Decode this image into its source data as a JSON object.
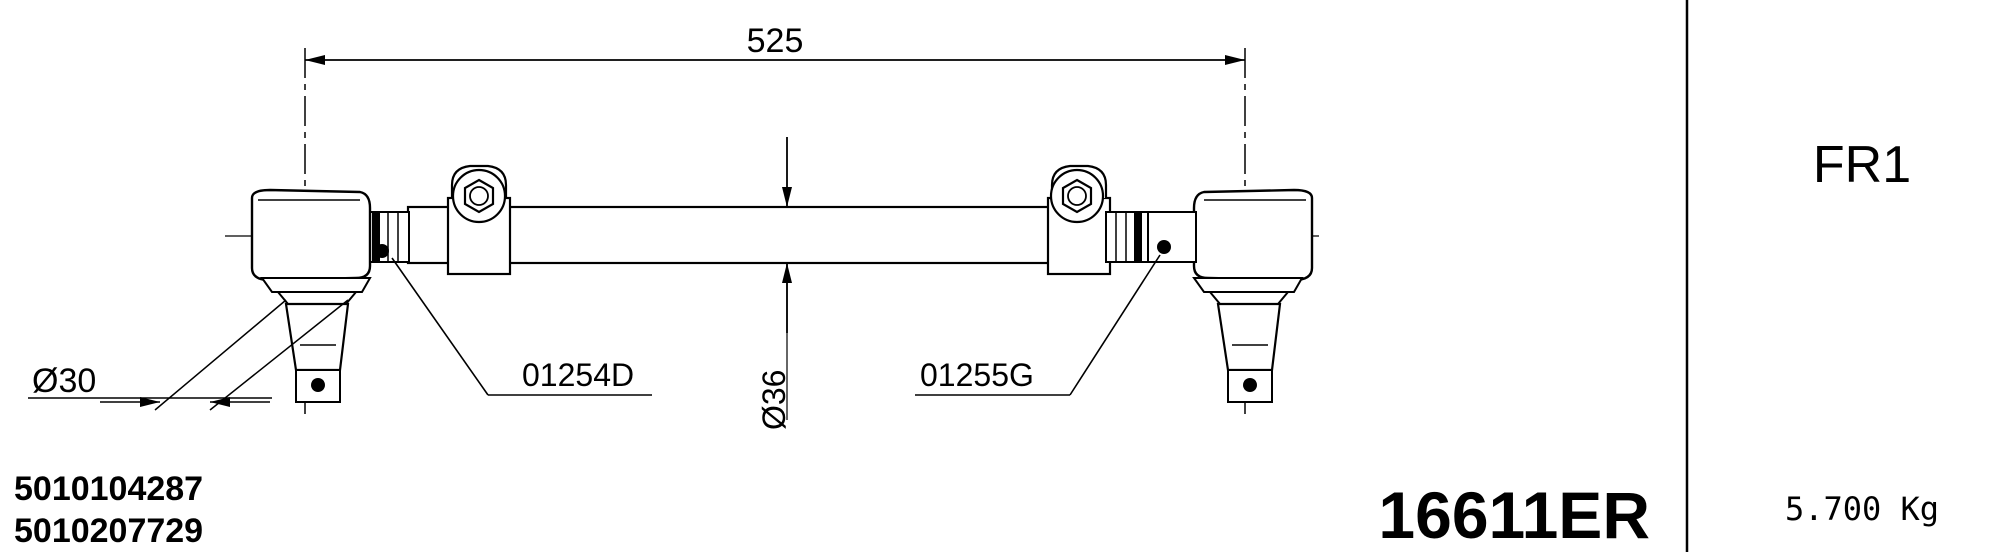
{
  "drawing": {
    "overall_length": "525",
    "tube_diameter": "Ø36",
    "ball_stud_diameter": "Ø30",
    "left_end_ref": "01254D",
    "right_end_ref": "01255G",
    "oem_numbers": [
      "5010104287",
      "5010207729"
    ],
    "part_number": "16611ER"
  },
  "sidebar": {
    "code": "FR1",
    "weight": "5.700 Kg"
  },
  "colors": {
    "ink": "#000000",
    "paper": "#ffffff"
  }
}
